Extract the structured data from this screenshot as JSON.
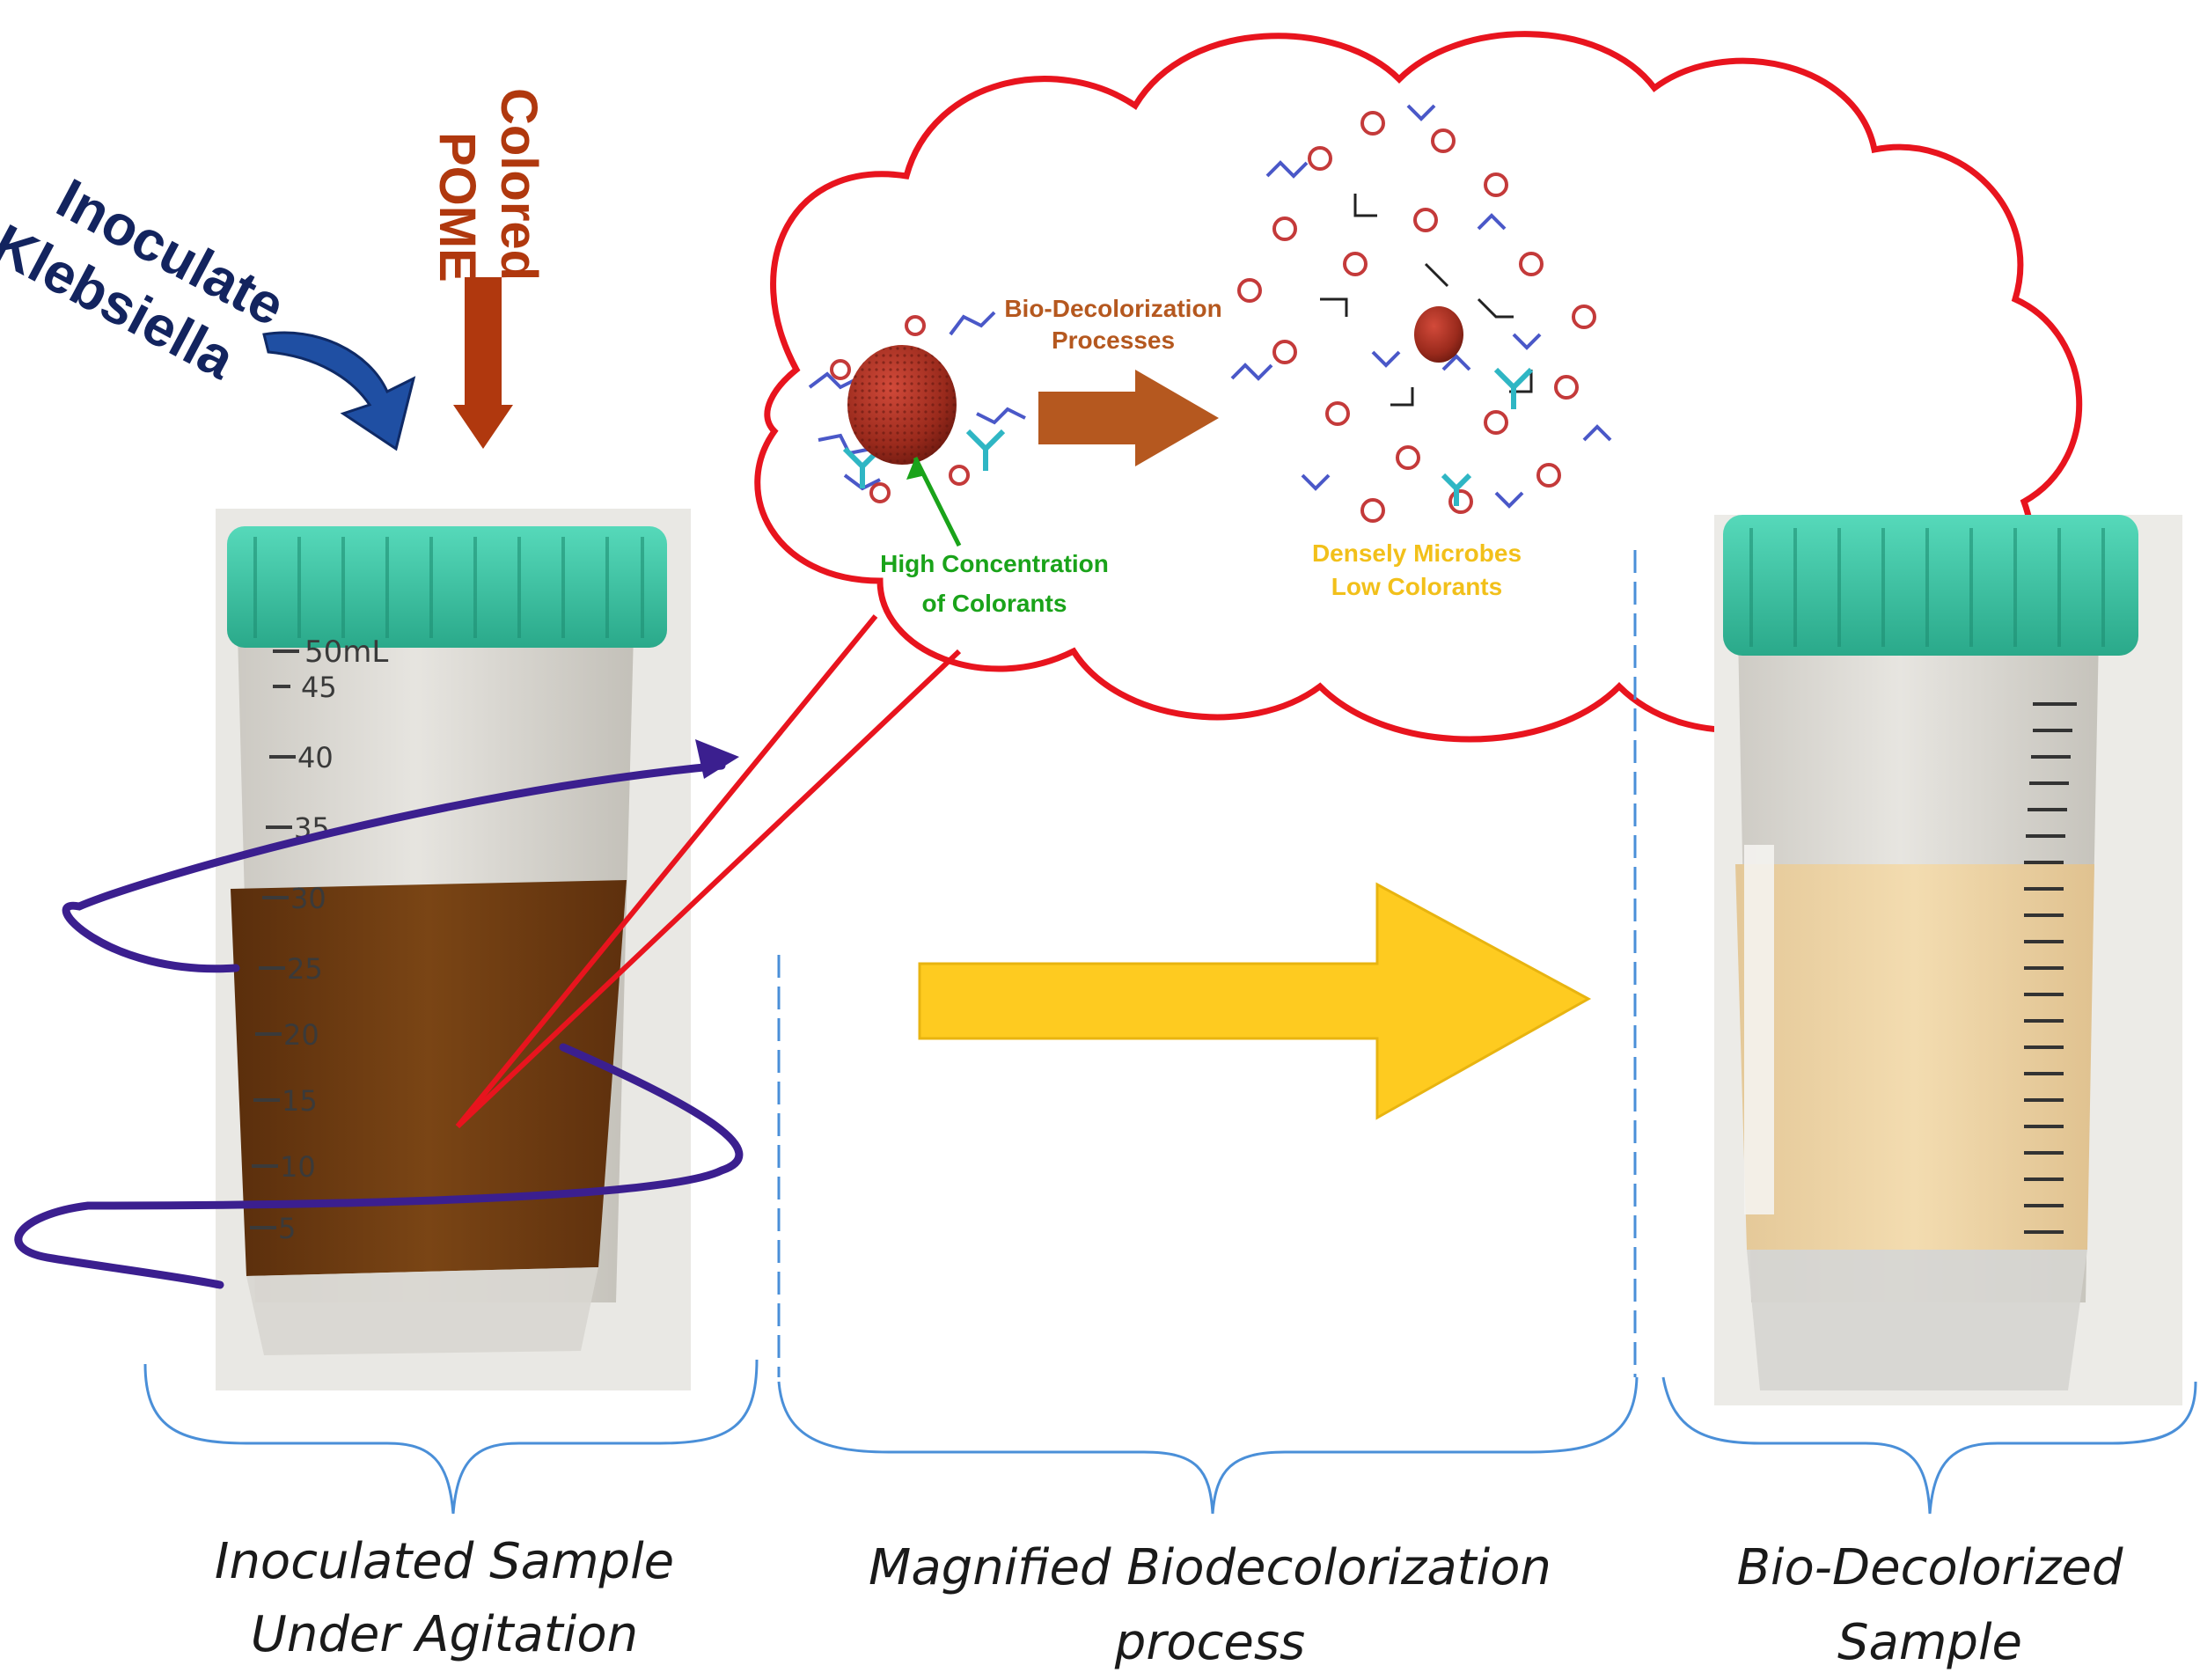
{
  "diagram": {
    "labels": {
      "inoculate_line1": "Inoculate",
      "inoculate_line2": "Klebsiella",
      "colored_line1": "Colored",
      "colored_line2": "POME",
      "process_line1": "Bio-Decolorization",
      "process_line2": "Processes",
      "high_conc_line1": "High Concentration",
      "high_conc_line2": "of Colorants",
      "dense_line1": "Densely Microbes",
      "dense_line2": "Low Colorants"
    },
    "tube_scale": {
      "top": "50mL",
      "ticks": [
        "45",
        "40",
        "35",
        "30",
        "25",
        "20",
        "15",
        "10",
        "5"
      ]
    },
    "captions": {
      "left_line1": "Inoculated Sample",
      "left_line2": "Under Agitation",
      "middle_line1": "Magnified Biodecolorization",
      "middle_line2": "process",
      "right_line1": "Bio-Decolorized",
      "right_line2": "Sample"
    },
    "colors": {
      "navy": "#13245f",
      "blue_arrow": "#1f4fa3",
      "rust": "#b0380e",
      "cloud_border": "#e8141e",
      "cap_teal": "#3fc8a8",
      "brown_liquid": "#6e3a10",
      "pale_liquid": "#efd6a8",
      "yellow_arrow": "#fecb20",
      "green_text": "#1aa31a",
      "gold_text": "#f2c01a",
      "brown_arrow": "#b5581f",
      "brace_blue": "#4a8fd8",
      "spiral": "#3b1f8f"
    }
  }
}
